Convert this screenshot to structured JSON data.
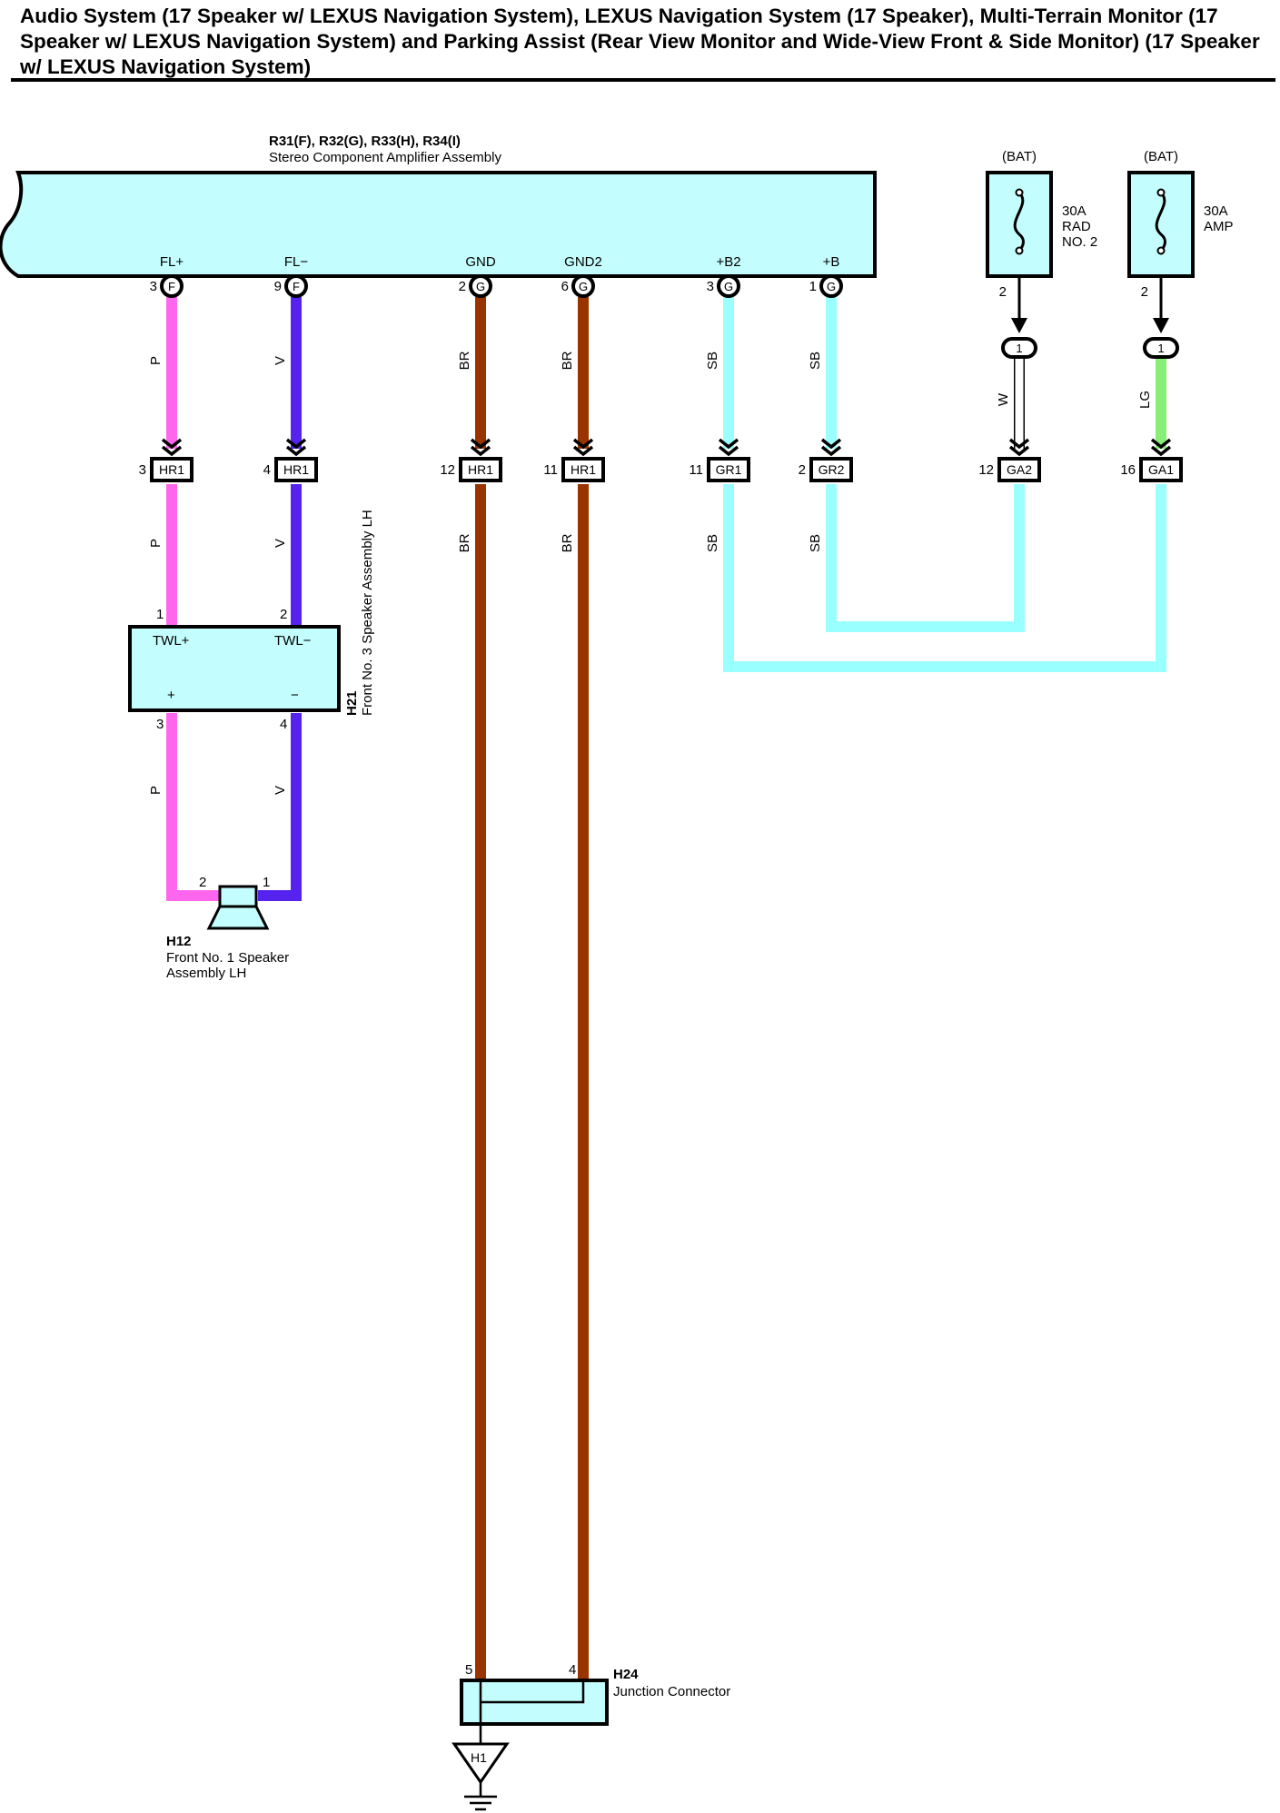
{
  "title": "Audio System (17 Speaker w/ LEXUS Navigation System), LEXUS Navigation System (17 Speaker), Multi-Terrain Monitor (17 Speaker w/ LEXUS Navigation System) and Parking Assist (Rear View Monitor and Wide-View Front & Side Monitor) (17 Speaker w/ LEXUS Navigation System)",
  "colors": {
    "component_fill": "#c4fdfd",
    "wire_pink": "#ff66ee",
    "wire_violet": "#5522ee",
    "wire_brown": "#993300",
    "wire_sky_blue": "#99ffff",
    "wire_light_green": "#88ee77"
  },
  "amplifier": {
    "codes": "R31(F), R32(G), R33(H), R34(I)",
    "name": "Stereo Component Amplifier Assembly",
    "terminals": [
      {
        "label": "FL+",
        "pin": "3",
        "conn": "F"
      },
      {
        "label": "FL−",
        "pin": "9",
        "conn": "F"
      },
      {
        "label": "GND",
        "pin": "2",
        "conn": "G"
      },
      {
        "label": "GND2",
        "pin": "6",
        "conn": "G"
      },
      {
        "label": "+B2",
        "pin": "3",
        "conn": "G"
      },
      {
        "label": "+B",
        "pin": "1",
        "conn": "G"
      }
    ]
  },
  "fuses": [
    {
      "supply": "(BAT)",
      "rating": "30A",
      "name": "RAD\nNO. 2",
      "pin": "2",
      "inline": "1"
    },
    {
      "supply": "(BAT)",
      "rating": "30A",
      "name": "AMP",
      "pin": "2",
      "inline": "1"
    }
  ],
  "wire_labels": {
    "upper": [
      "P",
      "V",
      "BR",
      "BR",
      "SB",
      "SB",
      "W",
      "LG"
    ],
    "lower": [
      "P",
      "V",
      "BR",
      "BR",
      "SB",
      "SB"
    ],
    "speaker": [
      "P",
      "V"
    ]
  },
  "junctions": [
    {
      "pin": "3",
      "name": "HR1"
    },
    {
      "pin": "4",
      "name": "HR1"
    },
    {
      "pin": "12",
      "name": "HR1"
    },
    {
      "pin": "11",
      "name": "HR1"
    },
    {
      "pin": "11",
      "name": "GR1"
    },
    {
      "pin": "2",
      "name": "GR2"
    },
    {
      "pin": "12",
      "name": "GA2"
    },
    {
      "pin": "16",
      "name": "GA1"
    }
  ],
  "tweeter": {
    "code": "H21",
    "name": "Front No. 3 Speaker Assembly LH",
    "terminal_pos": "TWL+",
    "terminal_neg": "TWL−",
    "sign_pos": "+",
    "sign_neg": "−",
    "pins_top": [
      "1",
      "2"
    ],
    "pins_bottom": [
      "3",
      "4"
    ]
  },
  "speaker": {
    "code": "H12",
    "name_line1": "Front No.  1 Speaker",
    "name_line2": "Assembly LH",
    "pins": [
      "2",
      "1"
    ]
  },
  "junction_connector": {
    "code": "H24",
    "name": "Junction Connector",
    "pins": [
      "5",
      "4"
    ]
  },
  "ground": {
    "label": "H1"
  }
}
